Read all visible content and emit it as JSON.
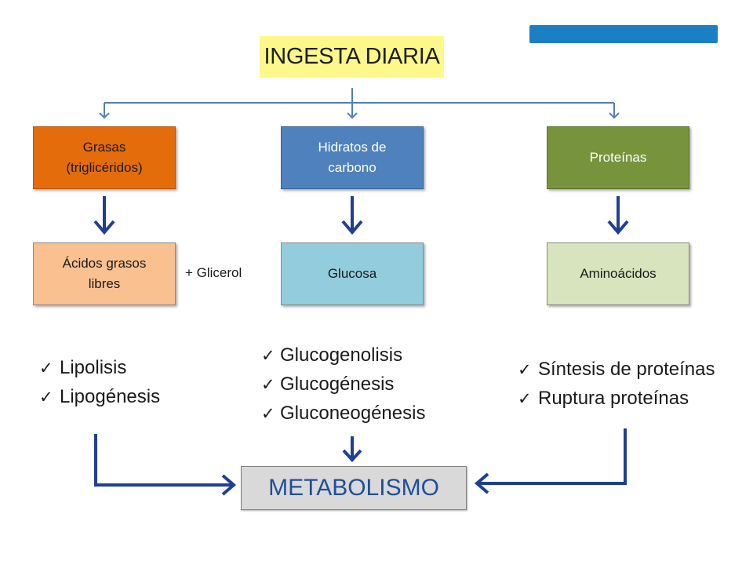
{
  "title": "INGESTA DIARIA",
  "nodes": {
    "grasas": "Grasas\n(triglicéridos)",
    "hidratos": "Hidratos de\ncarbono",
    "proteinas": "Proteínas",
    "acidos": "Ácidos grasos\nlibres",
    "glucosa": "Glucosa",
    "aminoacidos": "Aminoácidos",
    "metabolismo": "METABOLISMO"
  },
  "glicerol_note": "+ Glicerol",
  "lists": {
    "left": [
      "Lipolisis",
      "Lipogénesis"
    ],
    "middle": [
      "Glucogenolisis",
      "Glucogénesis",
      "Gluconeogénesis"
    ],
    "right": [
      "Síntesis de proteínas",
      "Ruptura proteínas"
    ]
  },
  "check_symbol": "✓",
  "colors": {
    "title_bg": "#fdf88a",
    "grasas": "#e46c0a",
    "hidratos": "#4f81bd",
    "proteinas": "#77933c",
    "acidos": "#fac090",
    "glucosa": "#93cddd",
    "aminoacidos": "#d7e4bd",
    "metabolismo_bg": "#d9d9d9",
    "metabolismo_text": "#1f4e9c",
    "connector_light": "#4f81bd",
    "arrow_dark": "#1f3f94",
    "badge": "#1b7fc4"
  }
}
